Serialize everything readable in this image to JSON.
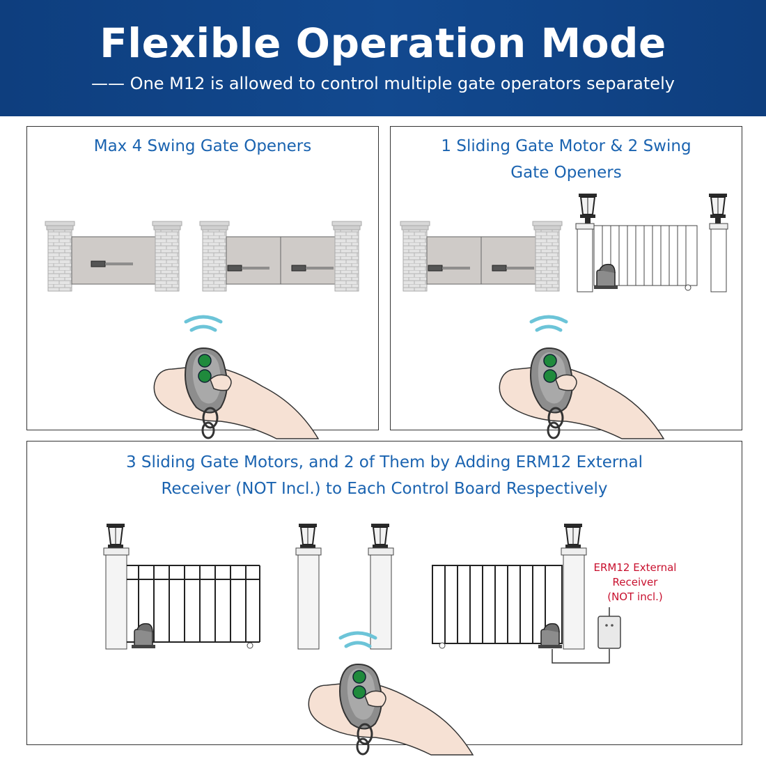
{
  "header": {
    "title": "Flexible Operation Mode",
    "subtitle": "—— One M12 is allowed to control multiple gate operators separately"
  },
  "panels": {
    "p1": {
      "title": "Max 4 Swing Gate Openers"
    },
    "p2": {
      "title_line1": "1 Sliding Gate Motor & 2 Swing",
      "title_line2": "Gate Openers"
    },
    "p3": {
      "title_line1": "3 Sliding Gate Motors, and 2 of Them by Adding ERM12 External",
      "title_line2": "Receiver (NOT Incl.) to Each Control Board Respectively",
      "receiver_label_line1": "ERM12 External",
      "receiver_label_line2": "Receiver",
      "receiver_label_line3": "(NOT incl.)"
    }
  },
  "colors": {
    "header_bg": "#12498f",
    "title_text": "#1a63b0",
    "receiver_label": "#c8102e",
    "remote_button": "#1f8a3c"
  }
}
